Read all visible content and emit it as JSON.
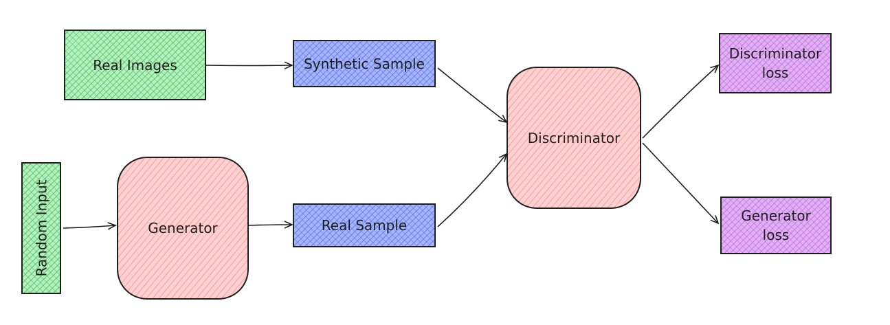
{
  "nodes": {
    "real_images": "Real Images",
    "synthetic_sample": "Synthetic Sample",
    "random_input": "Random Input",
    "generator": "Generator",
    "real_sample": "Real Sample",
    "discriminator": "Discriminator",
    "discriminator_loss": "Discriminator\nloss",
    "generator_loss": "Generator\nloss"
  },
  "colors": {
    "green": "#b2f2bb",
    "blue": "#a5b4fc",
    "pink": "#ffd0d0",
    "purple": "#e0b0f5",
    "stroke": "#1e1e1e"
  }
}
